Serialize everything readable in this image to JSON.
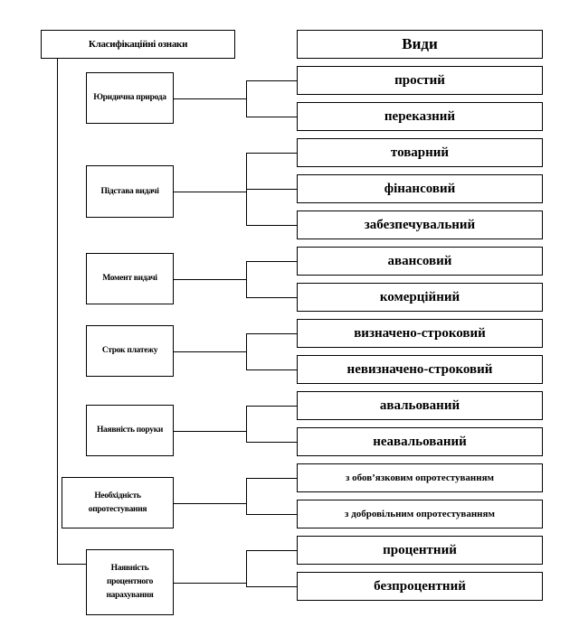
{
  "title": "Класифікаційні ознаки",
  "types_header": "Види",
  "groups": [
    {
      "label": "Юридична природа",
      "types": [
        "простий",
        "переказний"
      ]
    },
    {
      "label": "Підстава видачі",
      "types": [
        "товарний",
        "фінансовий",
        "забезпечувальний"
      ]
    },
    {
      "label": "Момент видачі",
      "types": [
        "авансовий",
        "комерційний"
      ]
    },
    {
      "label": "Строк платежу",
      "types": [
        "визначено-строковий",
        "невизначено-строковий"
      ]
    },
    {
      "label": "Наявність поруки",
      "types": [
        "авальований",
        "неавальований"
      ]
    },
    {
      "label": "Необхідність опротестування",
      "types": [
        "з обов’язковим опротестуванням",
        "з добровільним опротестуванням"
      ]
    },
    {
      "label": "Наявність процентного нарахування",
      "types": [
        "процентний",
        "безпроцентний"
      ]
    }
  ]
}
